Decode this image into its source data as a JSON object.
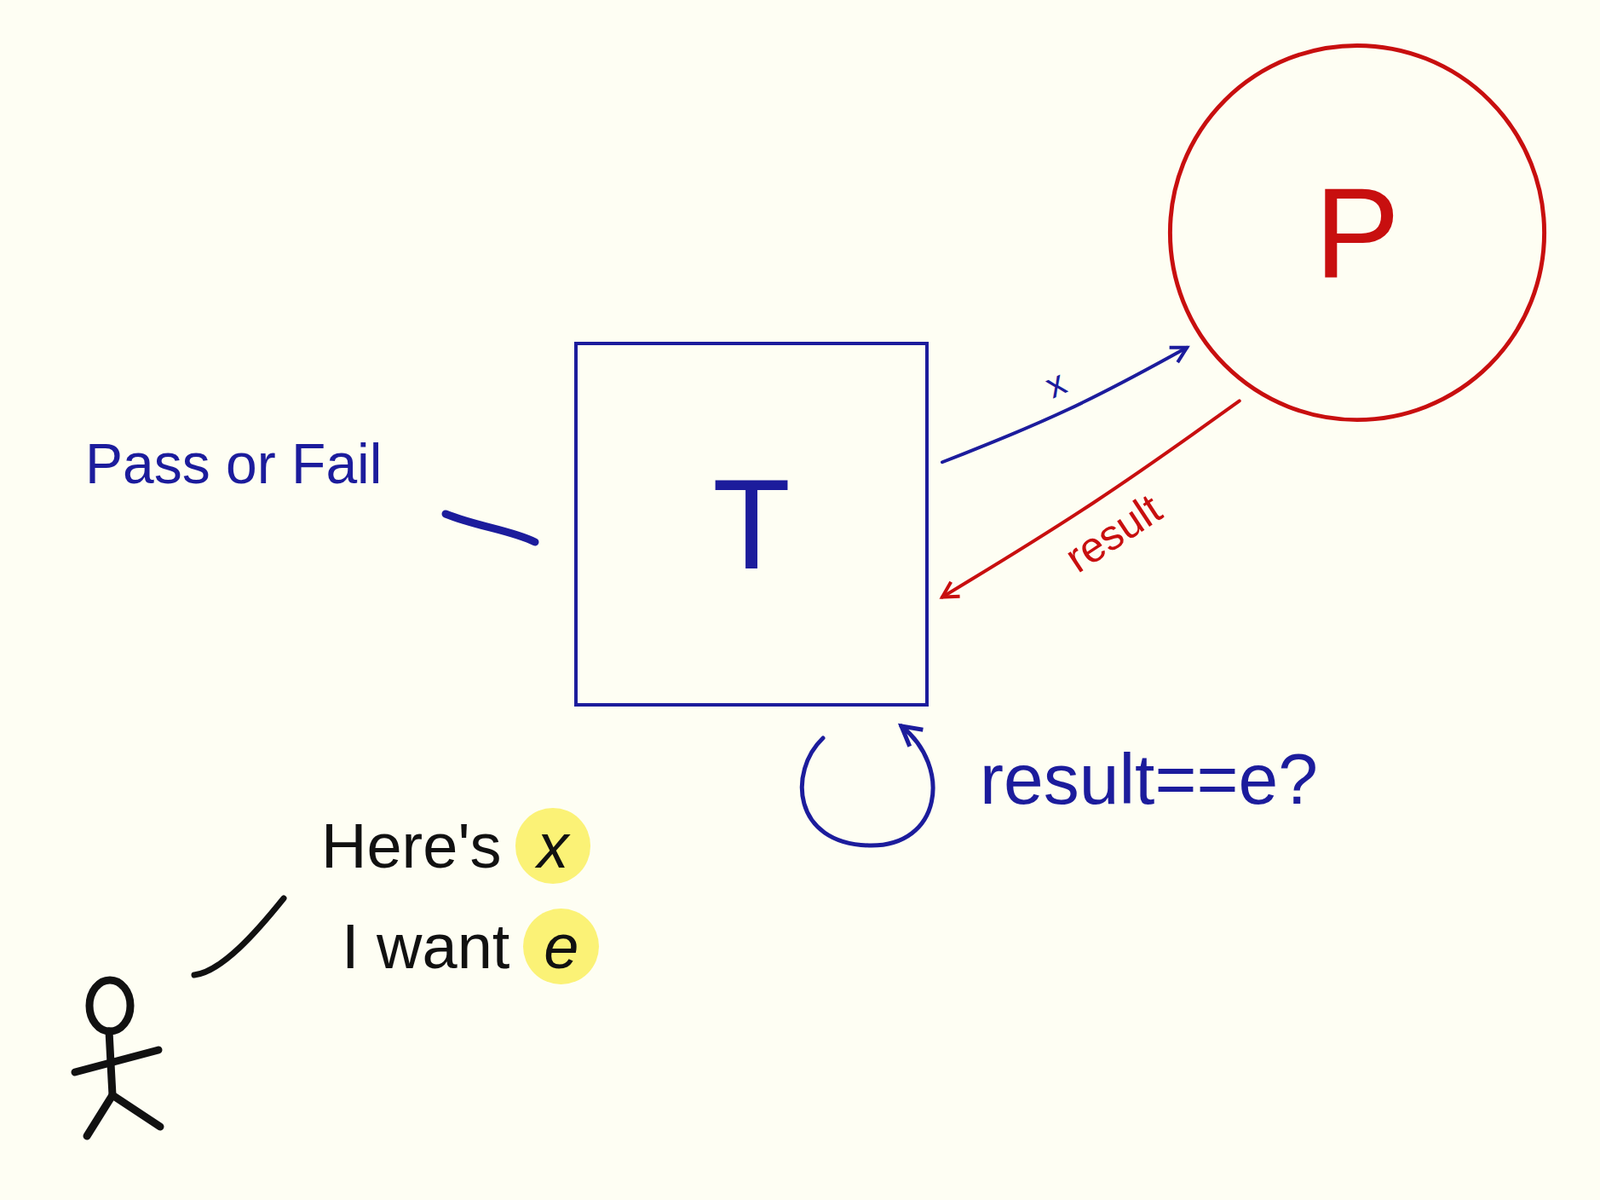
{
  "diagram": {
    "nodes": [
      {
        "text": [
          "T"
        ]
      },
      {
        "text": [
          "P"
        ]
      }
    ],
    "edges": [
      {
        "from": 0,
        "to": 1,
        "arrow": "to",
        "label": "x"
      },
      {
        "from": 1,
        "to": 0,
        "arrow": "to",
        "label": "result"
      }
    ],
    "labels": [
      "Pass or Fail",
      "result==e?",
      "Here's",
      "x",
      "I want",
      "e"
    ]
  }
}
